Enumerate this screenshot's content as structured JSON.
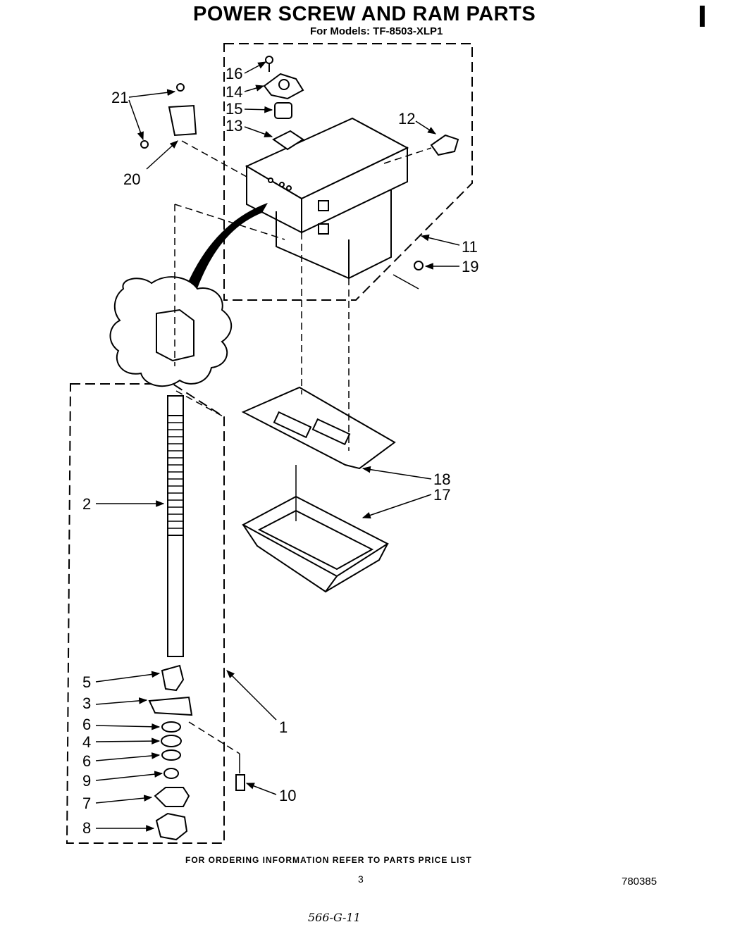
{
  "header": {
    "title": "POWER SCREW AND RAM PARTS",
    "subtitle": "For Models:  TF-8503-XLP1"
  },
  "footer": {
    "note": "FOR ORDERING INFORMATION REFER TO PARTS PRICE LIST",
    "page_number": "3",
    "doc_code": "780385",
    "handwritten": "566-G-11"
  },
  "callouts": {
    "c1": "1",
    "c2": "2",
    "c3": "3",
    "c4": "4",
    "c5": "5",
    "c6a": "6",
    "c6b": "6",
    "c7": "7",
    "c8": "8",
    "c9": "9",
    "c10": "10",
    "c11": "11",
    "c12": "12",
    "c13": "13",
    "c14": "14",
    "c15": "15",
    "c16": "16",
    "c17": "17",
    "c18": "18",
    "c19": "19",
    "c20": "20",
    "c21": "21"
  }
}
